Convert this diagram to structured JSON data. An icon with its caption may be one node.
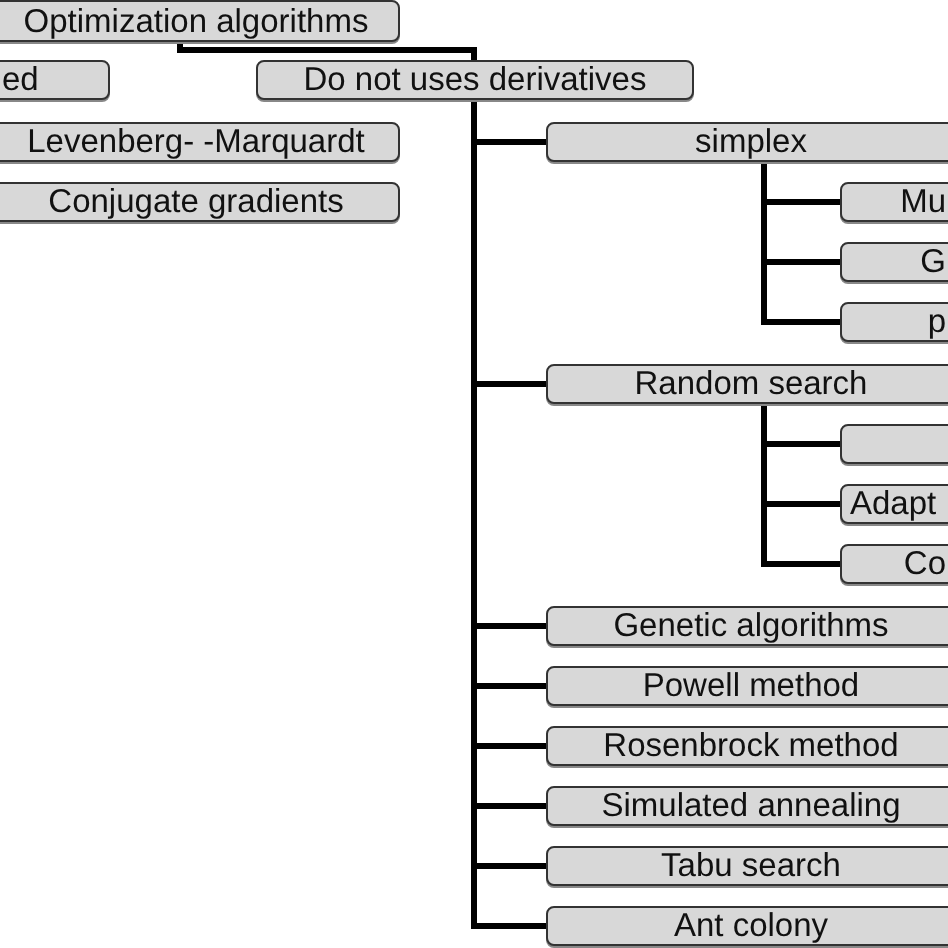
{
  "diagram": {
    "nodes": [
      {
        "text": [
          "Optimization algorithms"
        ]
      },
      {
        "text": [
          "ed"
        ]
      },
      {
        "text": [
          "Do not uses derivatives"
        ]
      },
      {
        "text": [
          "Levenberg- -Marquardt"
        ]
      },
      {
        "text": [
          "Conjugate gradients"
        ]
      },
      {
        "text": [
          "simplex"
        ]
      },
      {
        "text": [
          "Mu"
        ]
      },
      {
        "text": [
          "G"
        ]
      },
      {
        "text": [
          "p"
        ]
      },
      {
        "text": [
          "Random search"
        ]
      },
      {
        "text": [],
        "shape": "box"
      },
      {
        "text": [
          "Adapt"
        ]
      },
      {
        "text": [
          "Co"
        ]
      },
      {
        "text": [
          "Genetic algorithms"
        ]
      },
      {
        "text": [
          "Powell method"
        ]
      },
      {
        "text": [
          "Rosenbrock method"
        ]
      },
      {
        "text": [
          "Simulated annealing"
        ]
      },
      {
        "text": [
          "Tabu search"
        ]
      },
      {
        "text": [
          "Ant colony"
        ]
      }
    ],
    "edges": [
      {
        "from": 0,
        "to": 2,
        "arrow": "none"
      },
      {
        "from": 2,
        "to": 5,
        "arrow": "none"
      },
      {
        "from": 5,
        "to": 6,
        "arrow": "none"
      },
      {
        "from": 5,
        "to": 7,
        "arrow": "none"
      },
      {
        "from": 5,
        "to": 8,
        "arrow": "none"
      },
      {
        "from": 2,
        "to": 9,
        "arrow": "none"
      },
      {
        "from": 9,
        "to": 10,
        "arrow": "none"
      },
      {
        "from": 9,
        "to": 11,
        "arrow": "none"
      },
      {
        "from": 9,
        "to": 12,
        "arrow": "none"
      },
      {
        "from": 2,
        "to": 13,
        "arrow": "none"
      },
      {
        "from": 2,
        "to": 14,
        "arrow": "none"
      },
      {
        "from": 2,
        "to": 15,
        "arrow": "none"
      },
      {
        "from": 2,
        "to": 16,
        "arrow": "none"
      },
      {
        "from": 2,
        "to": 17,
        "arrow": "none"
      },
      {
        "from": 2,
        "to": 18,
        "arrow": "none"
      }
    ]
  }
}
